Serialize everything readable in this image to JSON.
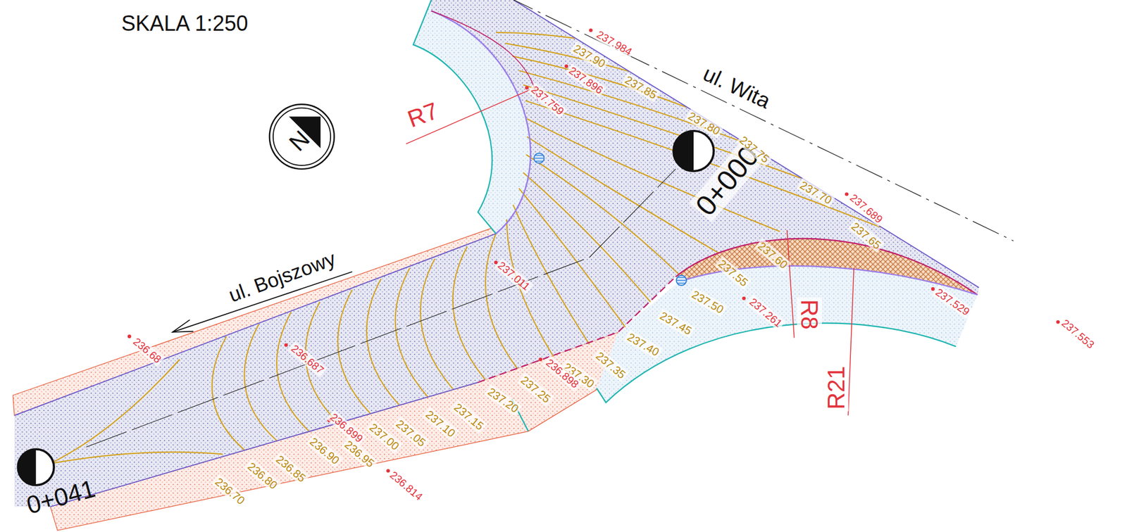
{
  "diagram": {
    "labels": [
      "SKALA 1:250",
      "ul. Wita",
      "ul. Bojszowy",
      "R7",
      "R8",
      "R21",
      "0+000",
      "0+041",
      "N",
      "237.90",
      "237.85",
      "237.80",
      "237.75",
      "237.70",
      "237.65",
      "237.60",
      "237.55",
      "237.50",
      "237.45",
      "237.40",
      "237.35",
      "237.30",
      "237.25",
      "237.20",
      "237.15",
      "237.10",
      "237.05",
      "237.00",
      "236.95",
      "236.90",
      "236.85",
      "236.80",
      "236.70",
      "237.984",
      "237.896",
      "237.759",
      "237.689",
      "237.529",
      "237.553",
      "237.261",
      "237.011",
      "236.898",
      "236.68",
      "236.687",
      "236.899",
      "236.814"
    ]
  }
}
